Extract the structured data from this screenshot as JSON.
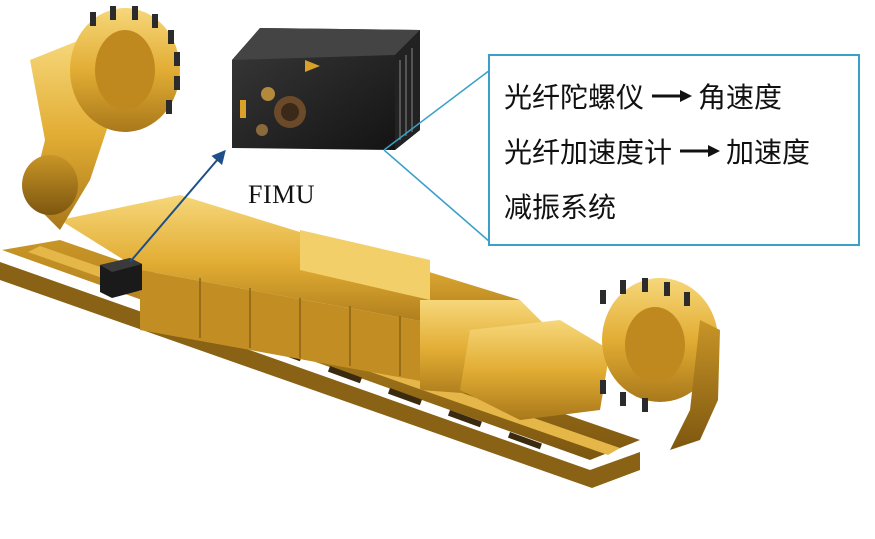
{
  "device_label": "FIMU",
  "callout": {
    "rows": [
      {
        "source": "光纤陀螺仪",
        "target": "角速度"
      },
      {
        "source": "光纤加速度计",
        "target": "加速度"
      },
      {
        "source": "减振系统",
        "target": ""
      }
    ]
  },
  "colors": {
    "machine_body": "#e8b83a",
    "machine_shadow": "#a87a18",
    "device_body": "#1c1c1c",
    "callout_border": "#3aa0c8",
    "pointer_arrow": "#1f4f8a"
  }
}
